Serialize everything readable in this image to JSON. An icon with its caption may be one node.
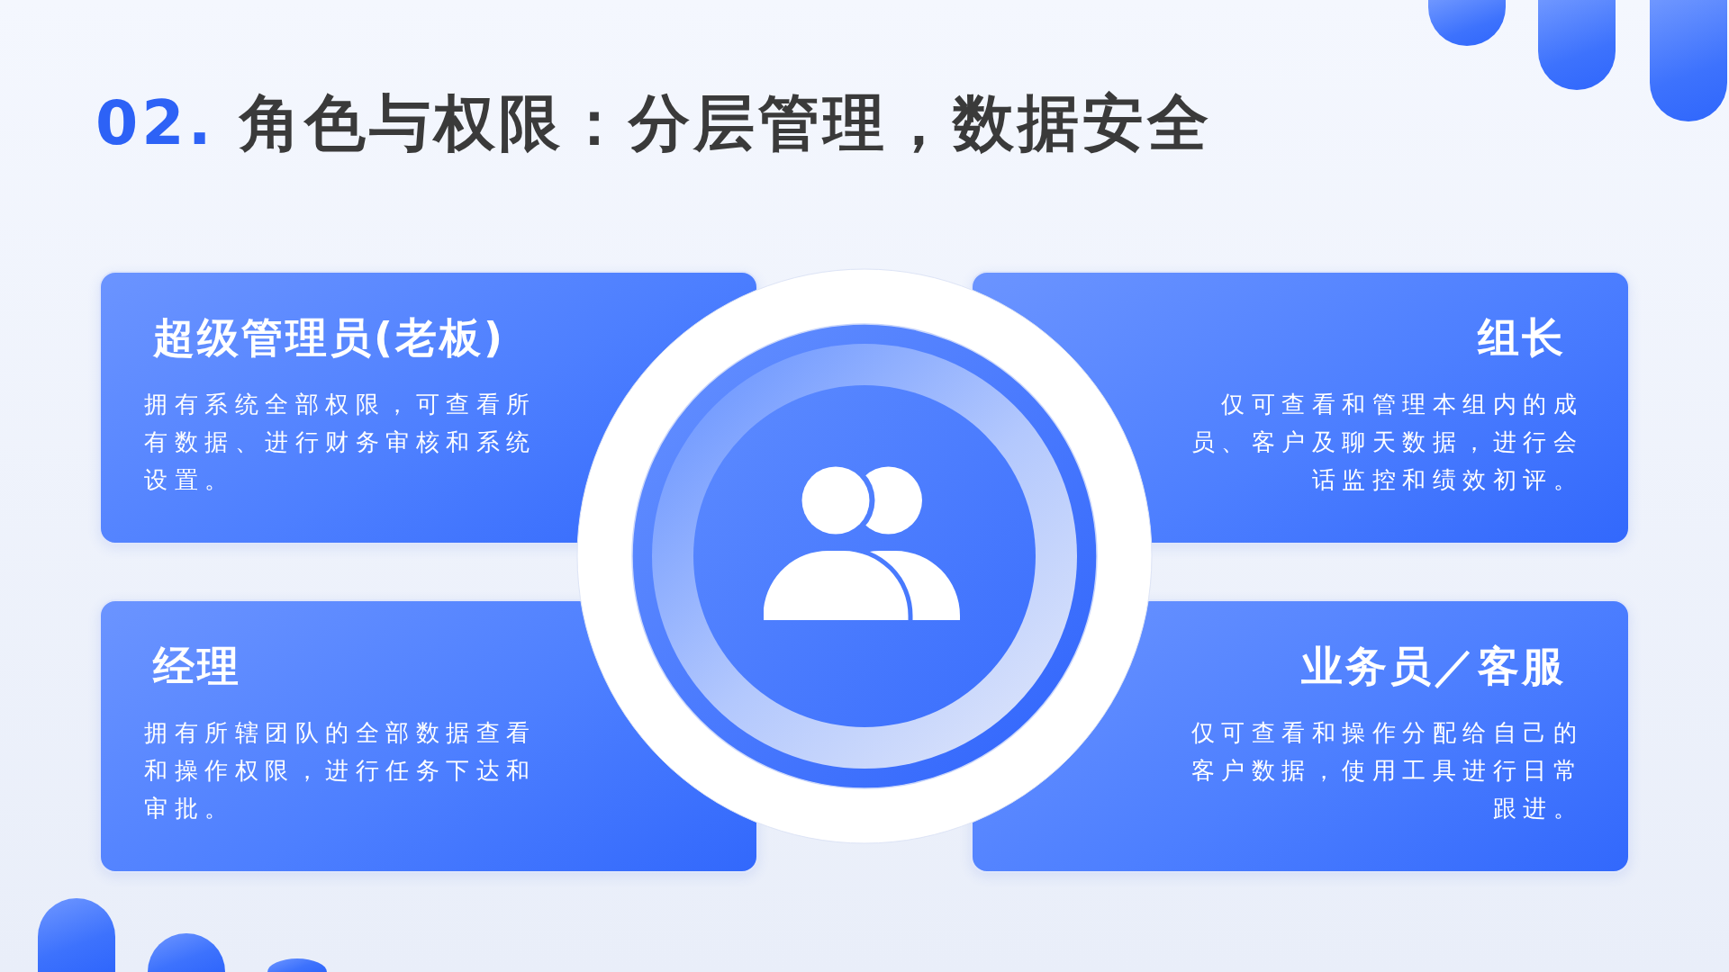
{
  "diagram": {
    "title": "02. 角色与权限：分层管理，数据安全",
    "nodes": [
      {
        "text": [
          "超级管理员(老板)",
          "拥有系统全部权限，可查看所有数据、进行财务审核和系统设置。"
        ]
      },
      {
        "text": [
          "组长",
          "仅可查看和管理本组内的成员、客户及聊天数据，进行会话监控和绩效初评。"
        ]
      },
      {
        "text": [
          "经理",
          "拥有所辖团队的全部数据查看和操作权限，进行任务下达和审批。"
        ]
      },
      {
        "text": [
          "业务员／客服",
          "仅可查看和操作分配给自己的客户数据，使用工具进行日常跟进。"
        ]
      }
    ]
  }
}
